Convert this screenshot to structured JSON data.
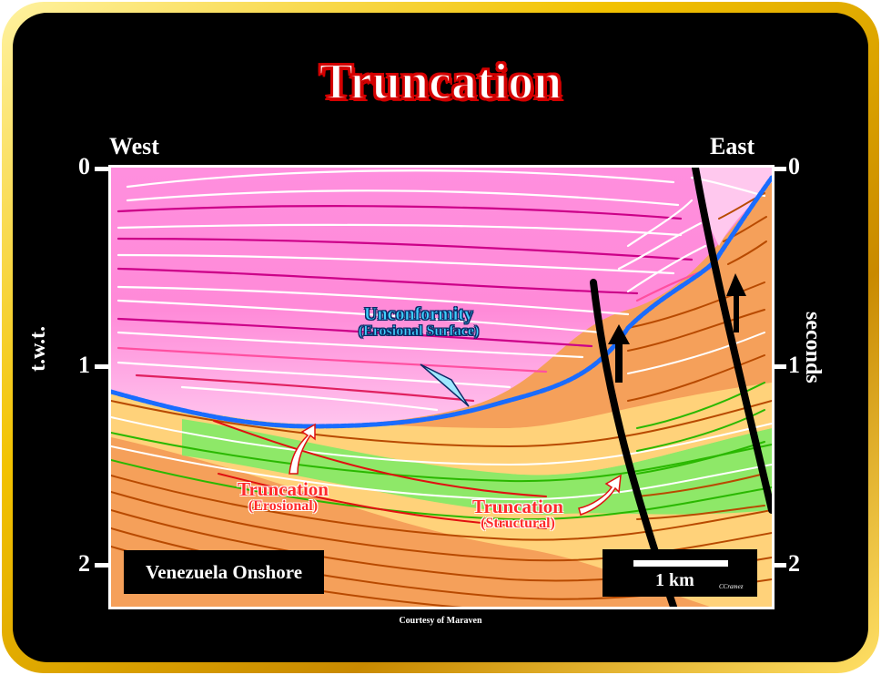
{
  "title": "Truncation",
  "orientation": {
    "left": "West",
    "right": "East"
  },
  "axis": {
    "left_label": "t.w.t.",
    "right_label": "seconds",
    "ticks": [
      "0",
      "1",
      "2"
    ]
  },
  "annotations": {
    "unconformity_title": "Unconformity",
    "unconformity_sub": "(Erosional Surface)",
    "trunc_erosional_title": "Truncation",
    "trunc_erosional_sub": "(Erosional)",
    "trunc_structural_title": "Truncation",
    "trunc_structural_sub": "(Structural)"
  },
  "location_label": "Venezuela Onshore",
  "scale_label": "1 km",
  "author_credit": "CCramez",
  "courtesy": "Courtesy of Maraven",
  "colors": {
    "frame_gold": "#f2c200",
    "background": "#000000",
    "upper_sequence": "#ff80d8",
    "lower_orange": "#f5a05a",
    "lower_yellow": "#ffd27a",
    "lower_green": "#66e040",
    "unconformity_line": "#1a6cff"
  }
}
